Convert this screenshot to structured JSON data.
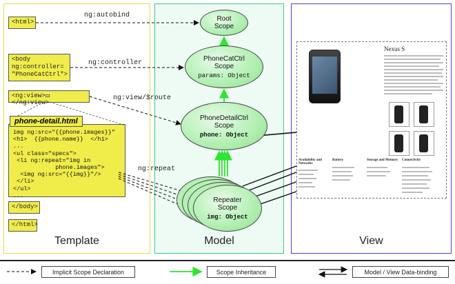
{
  "panels": {
    "template": "Template",
    "model": "Model",
    "view": "View"
  },
  "template": {
    "html_open": "<html>",
    "body_open": "<body\nng:controller=\n\"PhoneCatCtrl\">",
    "ngview_open": "<ng:view>",
    "ngview_close": "</ng:view>",
    "partial_title": "phone-detail.html",
    "partial_code": "img ng:src=\"{{phone.images}}\"\n<h1>  {{phone.name}}  </h1>\n...\n<ul class=\"specs\">\n <li ng:repeat=\"img in\n            phone.images\">\n  <img ng:src=\"{{img}}\"/>\n </li>\n</ul>\n...",
    "body_close": "</body>",
    "html_close": "</html>"
  },
  "edges": {
    "autobind": "ng:autobind",
    "controller": "ng:controller",
    "view_route": "ng:view/$route",
    "repeat": "ng:repeat"
  },
  "scopes": {
    "root": {
      "line1": "Root",
      "line2": "Scope"
    },
    "phonecat": {
      "line1": "PhoneCatCtrl",
      "line2": "Scope",
      "prop": "params: Object"
    },
    "phonedetail": {
      "line1": "PhoneDetailCtrl",
      "line2": "Scope",
      "prop": "phone: Object"
    },
    "repeater": {
      "line1": "Repeater",
      "line2": "Scope",
      "prop": "img: Object"
    }
  },
  "view": {
    "title": "Nexus S",
    "spec_headers": [
      "Availability and Networks",
      "Battery",
      "Storage and Memory",
      "Connectivity"
    ]
  },
  "legend": {
    "implicit": "Implicit Scope Declaration",
    "inheritance": "Scope Inheritance",
    "binding": "Model / View Data-binding"
  },
  "colors": {
    "template_border": "#e8d84a",
    "model_border": "#3cc98a",
    "view_border": "#4a3fc6",
    "tag_fill": "#f0ec4a",
    "scope_fill": "#b5f0b5",
    "inheritance_arrow": "#2ee62e"
  }
}
